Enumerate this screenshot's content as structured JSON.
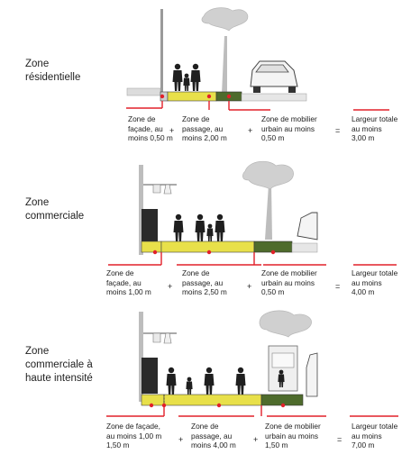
{
  "colors": {
    "passage_yellow": "#e8e04a",
    "furniture_green": "#4e6b2c",
    "marker_red": "#e2202a",
    "figure": "#1f1f1f",
    "building": "#dddddd",
    "tree": "#cfcfcf"
  },
  "sections": [
    {
      "id": "residential",
      "title": "Zone\nrésidentielle",
      "facade": "Zone de\nfaçade, au\nmoins 0,50 m",
      "passage": "Zone de\npassage, au\nmoins 2,00 m",
      "furniture": "Zone de mobilier\nurbain au moins\n0,50 m",
      "total": "Largeur totale\nau moins\n3,00 m",
      "plus": "+",
      "equals": "="
    },
    {
      "id": "commercial",
      "title": "Zone\ncommerciale",
      "facade": "Zone de\nfaçade, au\nmoins 1,00 m",
      "passage": "Zone de\npassage, au\nmoins 2,50 m",
      "furniture": "Zone de mobilier\nurbain au moins\n0,50 m",
      "total": "Largeur totale\nau moins\n4,00 m",
      "plus": "+",
      "equals": "="
    },
    {
      "id": "high-intensity",
      "title": "Zone\ncommerciale à\nhaute intensité",
      "facade": "Zone de façade,\nau moins 1,00 m\n1,50 m",
      "passage": "Zone de\npassage, au\nmoins 4,00 m",
      "furniture": "Zone de mobilier\nurbain au moins\n1,50 m",
      "total": "Largeur totale\nau moins\n7,00 m",
      "plus": "+",
      "equals": "="
    }
  ]
}
